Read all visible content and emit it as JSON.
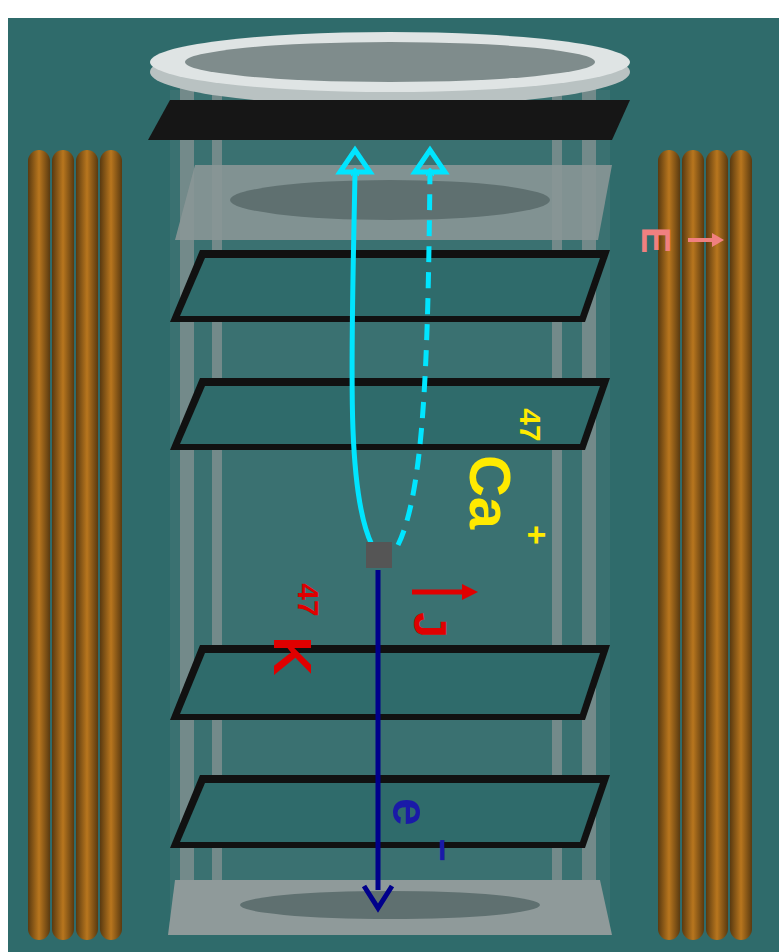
{
  "diagram": {
    "labels": [
      "E",
      "47",
      "Ca",
      "+",
      "J",
      "47",
      "K",
      "e",
      "−"
    ]
  }
}
